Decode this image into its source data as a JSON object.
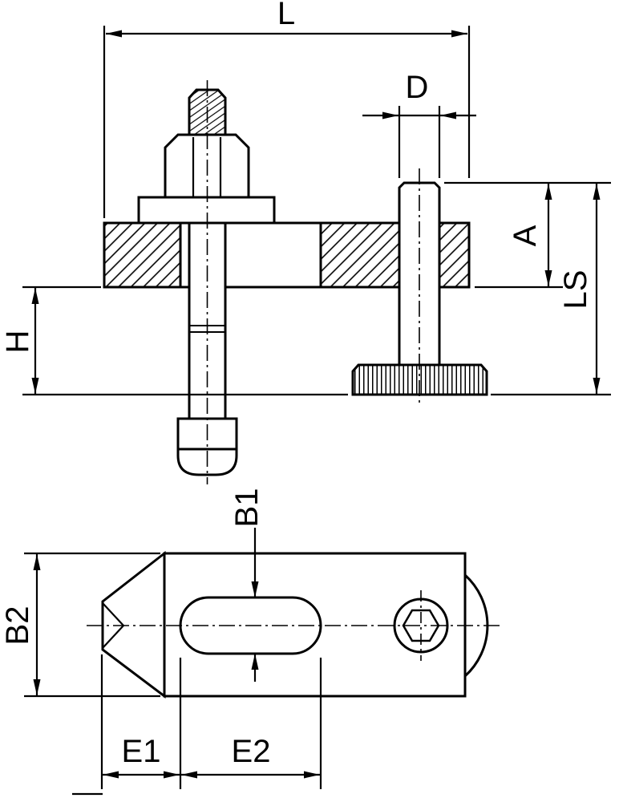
{
  "drawing": {
    "background_color": "#ffffff",
    "line_color": "#000000",
    "views": {
      "side_view": {
        "dimensions": {
          "L": "L",
          "D": "D",
          "A": "A",
          "LS": "LS",
          "H": "H"
        }
      },
      "plan_view": {
        "dimensions": {
          "B1": "B1",
          "B2": "B2",
          "E1": "E1",
          "E2": "E2"
        }
      }
    }
  }
}
